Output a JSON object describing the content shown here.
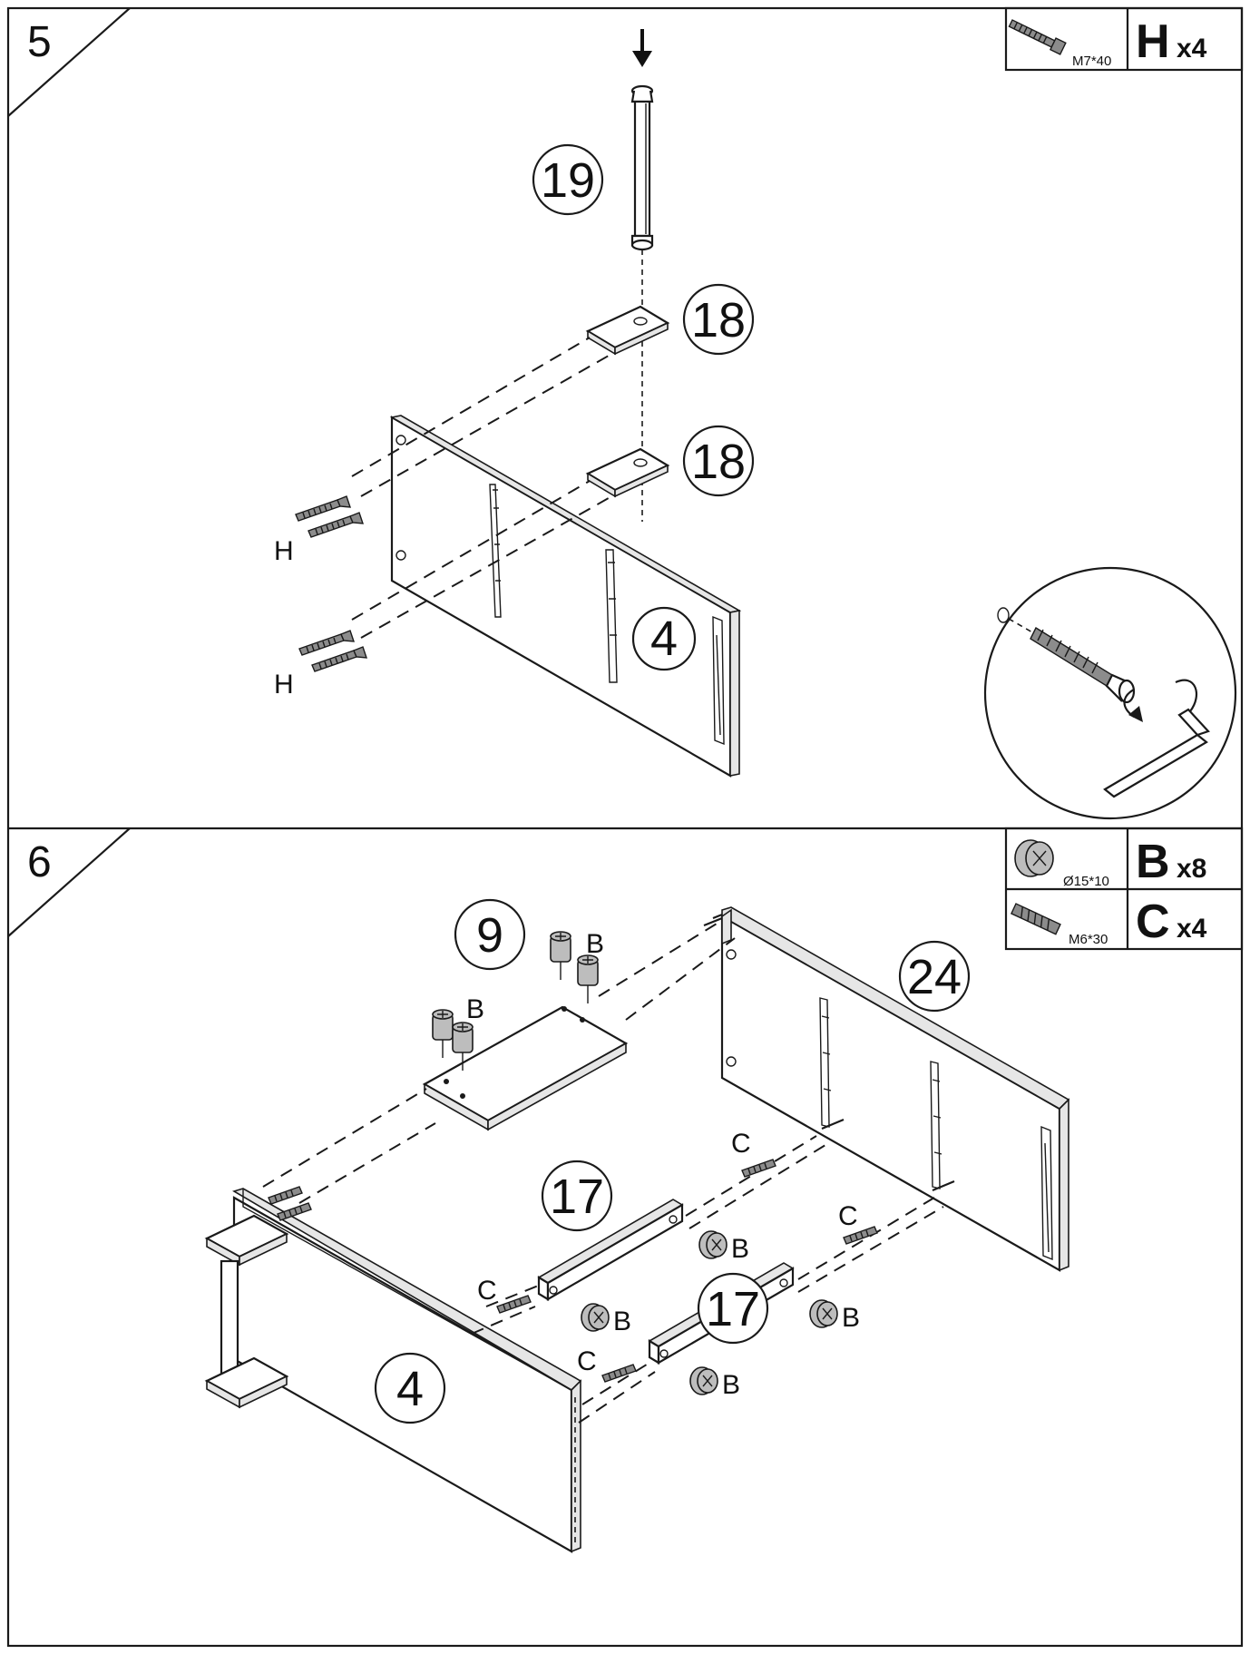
{
  "steps": [
    {
      "number": "5",
      "hardware": [
        {
          "size": "M7*40",
          "code": "H",
          "qty": "x4",
          "icon": "allen-screw-icon"
        }
      ],
      "callouts": [
        "19",
        "18",
        "18",
        "4"
      ],
      "labels": [
        "H",
        "H"
      ],
      "detail": {
        "icon": "allen-key-detail-icon"
      }
    },
    {
      "number": "6",
      "hardware": [
        {
          "size": "Ø15*10",
          "code": "B",
          "qty": "x8",
          "icon": "cam-lock-icon"
        },
        {
          "size": "M6*30",
          "code": "C",
          "qty": "x4",
          "icon": "cam-bolt-icon"
        }
      ],
      "callouts": [
        "9",
        "24",
        "17",
        "17",
        "4"
      ],
      "labels": [
        "B",
        "B",
        "C",
        "B",
        "C",
        "B",
        "C",
        "B",
        "C",
        "B"
      ]
    }
  ],
  "colors": {
    "line": "#1a1a1a",
    "background": "#ffffff",
    "hardware_fill": "#8c8c8c"
  }
}
